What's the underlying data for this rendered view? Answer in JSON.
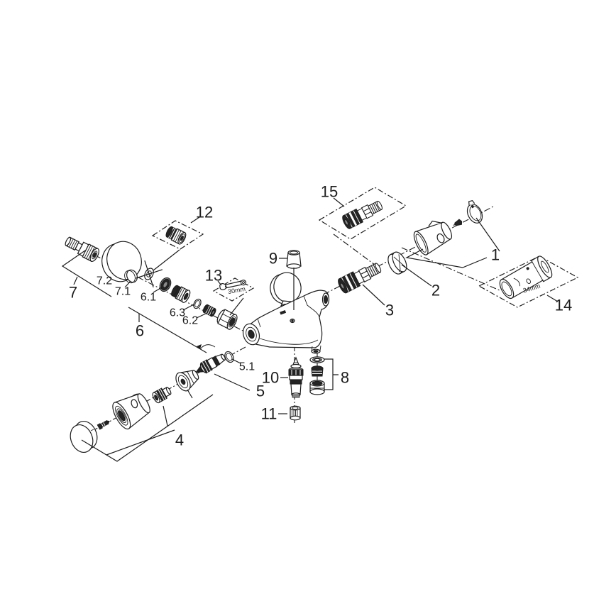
{
  "labels": {
    "p1": "1",
    "p2": "2",
    "p3": "3",
    "p4": "4",
    "p5": "5",
    "p5_1": "5.1",
    "p6": "6",
    "p6_1": "6.1",
    "p6_2": "6.2",
    "p6_3": "6.3",
    "p7": "7",
    "p7_1": "7.1",
    "p7_2": "7.2",
    "p8": "8",
    "p9": "9",
    "p10": "10",
    "p11": "11",
    "p12": "12",
    "p13": "13",
    "p14": "14",
    "p15": "15",
    "t30": "30mm",
    "t34": "34mm"
  },
  "colors": {
    "line": "#1c1c1c",
    "background": "#ffffff",
    "dark_fill": "#242424"
  }
}
